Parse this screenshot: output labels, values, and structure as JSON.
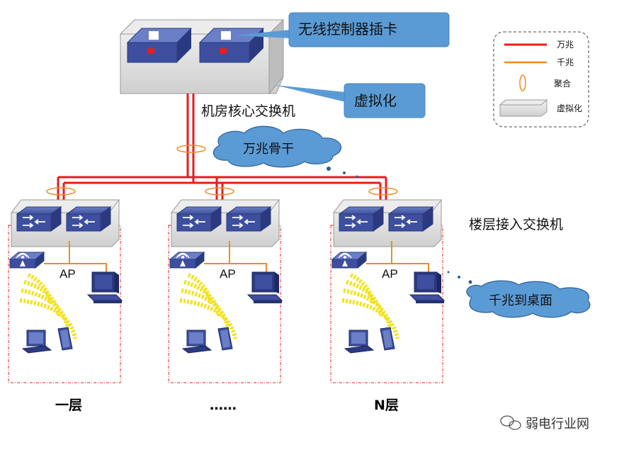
{
  "callouts": {
    "controller_card": "无线控制器插卡",
    "virtualization": "虚拟化"
  },
  "core": {
    "label": "机房核心交换机"
  },
  "backbone": {
    "cloud_label": "万兆骨干"
  },
  "access": {
    "label": "楼层接入交换机"
  },
  "desktop": {
    "cloud_label": "千兆到桌面"
  },
  "floors": [
    {
      "ap_label": "AP",
      "name": "一层"
    },
    {
      "ap_label": "AP",
      "name": "……"
    },
    {
      "ap_label": "AP",
      "name": "N层"
    }
  ],
  "legend": {
    "items": [
      {
        "label": "万兆",
        "symbol": "red-line"
      },
      {
        "label": "千兆",
        "symbol": "orange-line"
      },
      {
        "label": "聚合",
        "symbol": "ellipse"
      },
      {
        "label": "虚拟化",
        "symbol": "switch-tray"
      }
    ]
  },
  "watermark": {
    "text": "弱电行业网"
  },
  "colors": {
    "ten_gig": "#e81c1c",
    "gig": "#f08a24",
    "callout_fill": "#5b9bd5",
    "device_blue": "#3d4f9e",
    "wifi_yellow": "#f2e31a"
  }
}
